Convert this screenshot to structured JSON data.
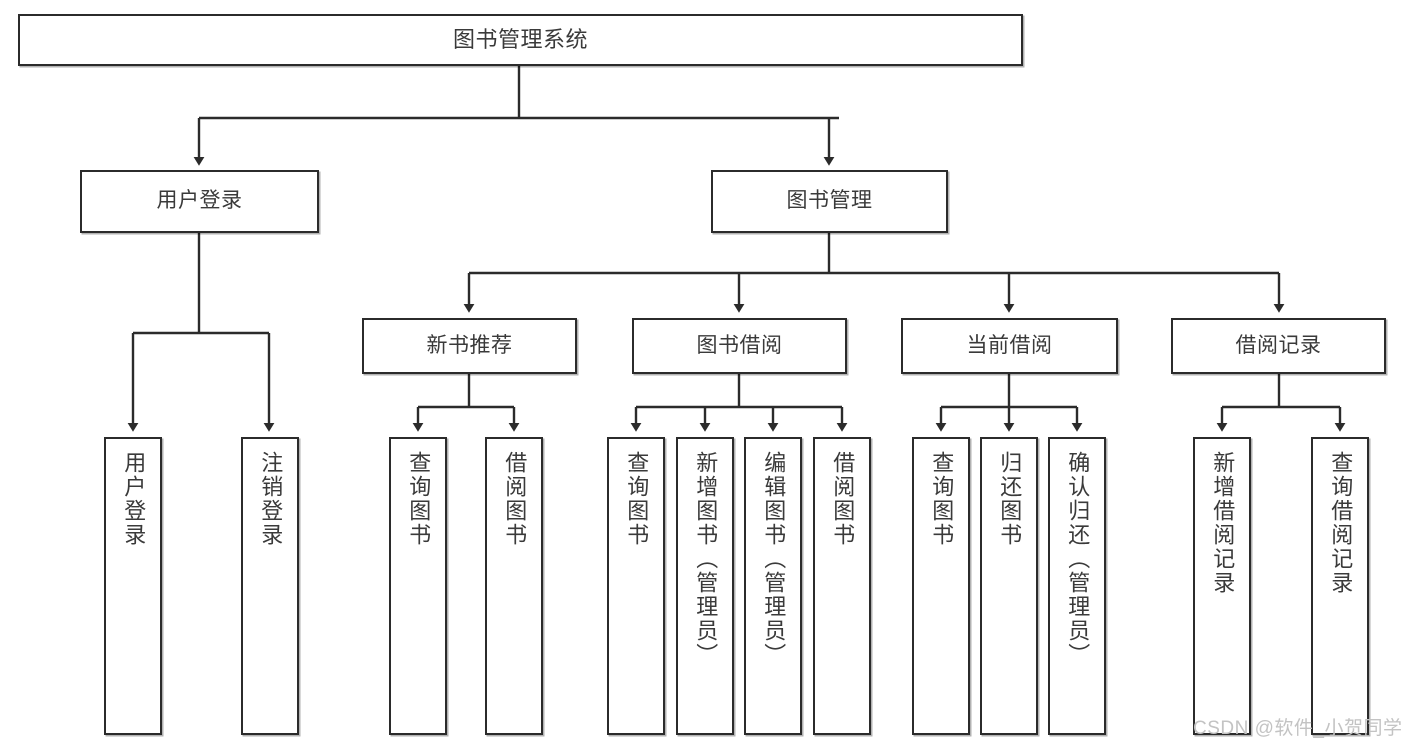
{
  "diagram": {
    "type": "tree-hierarchy-chart",
    "title": "图书管理系统",
    "root": {
      "label": "图书管理系统"
    },
    "level2": [
      {
        "label": "用户登录"
      },
      {
        "label": "图书管理"
      }
    ],
    "level3": [
      {
        "label": "新书推荐"
      },
      {
        "label": "图书借阅"
      },
      {
        "label": "当前借阅"
      },
      {
        "label": "借阅记录"
      }
    ],
    "leaves": {
      "user_login": [
        {
          "label": "用户登录"
        },
        {
          "label": "注销登录"
        }
      ],
      "new_book_recommend": [
        {
          "label": "查询图书"
        },
        {
          "label": "借阅图书"
        }
      ],
      "book_borrow": [
        {
          "label": "查询图书"
        },
        {
          "label": "新增图书（管理员）"
        },
        {
          "label": "编辑图书（管理员）"
        },
        {
          "label": "借阅图书"
        }
      ],
      "current_borrow": [
        {
          "label": "查询图书"
        },
        {
          "label": "归还图书"
        },
        {
          "label": "确认归还（管理员）"
        }
      ],
      "borrow_record": [
        {
          "label": "新增借阅记录"
        },
        {
          "label": "查询借阅记录"
        }
      ]
    }
  },
  "watermark": {
    "text": "CSDN @软件_小贺同学"
  },
  "colors": {
    "stroke": "#2b2b2b",
    "fill": "#ffffff",
    "text": "#3a3a3a",
    "watermark": "#c3c3c3"
  }
}
